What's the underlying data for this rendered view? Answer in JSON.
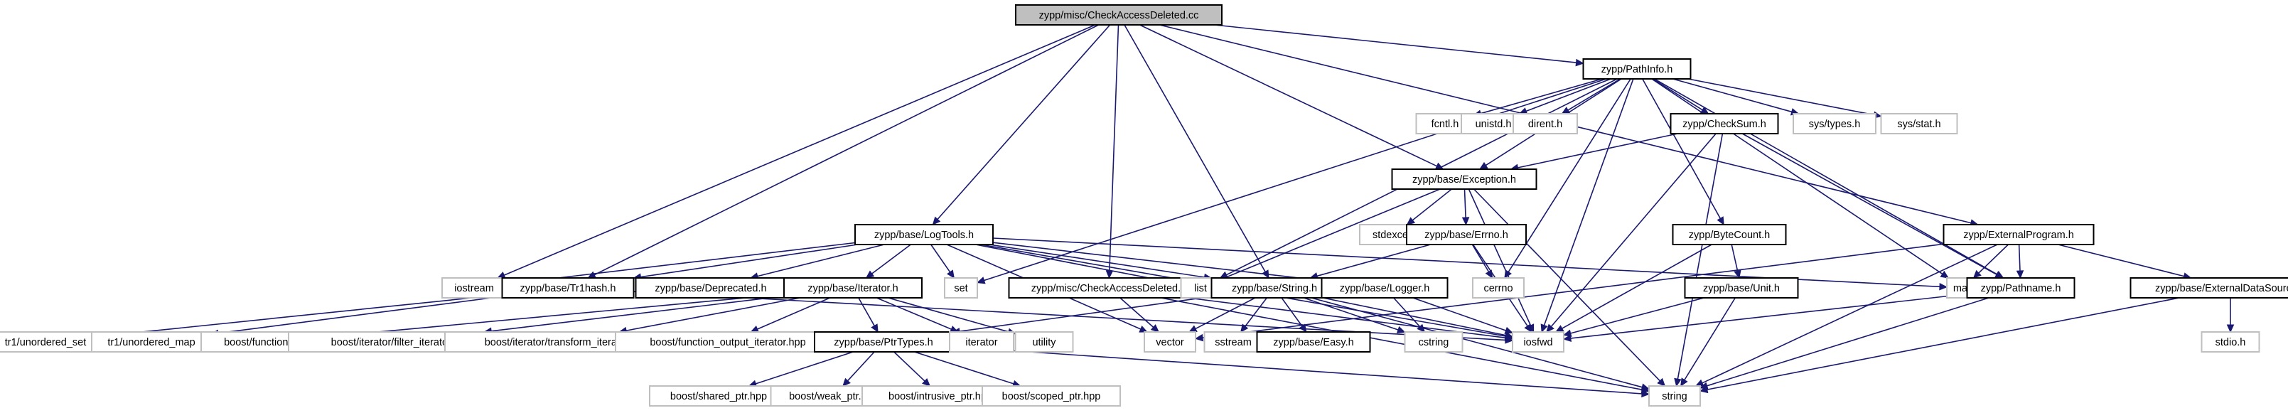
{
  "colors": {
    "edge": "#191970",
    "root_fill": "#bfbfbf",
    "box_border": "#000000",
    "external_border": "#bfbfbf",
    "background": "#ffffff"
  },
  "diagram": {
    "nodes": [
      {
        "id": "root",
        "label": "zypp/misc/CheckAccessDeleted.cc",
        "kind": "root"
      },
      {
        "id": "pathinfo",
        "label": "zypp/PathInfo.h",
        "kind": "strong"
      },
      {
        "id": "fcntl",
        "label": "fcntl.h",
        "kind": "ext"
      },
      {
        "id": "unistd",
        "label": "unistd.h",
        "kind": "ext"
      },
      {
        "id": "dirent",
        "label": "dirent.h",
        "kind": "ext"
      },
      {
        "id": "checksum",
        "label": "zypp/CheckSum.h",
        "kind": "strong"
      },
      {
        "id": "systypes",
        "label": "sys/types.h",
        "kind": "ext"
      },
      {
        "id": "sysstat",
        "label": "sys/stat.h",
        "kind": "ext"
      },
      {
        "id": "exception",
        "label": "zypp/base/Exception.h",
        "kind": "strong"
      },
      {
        "id": "logtools",
        "label": "zypp/base/LogTools.h",
        "kind": "strong"
      },
      {
        "id": "stdexcept",
        "label": "stdexcept",
        "kind": "ext"
      },
      {
        "id": "errno",
        "label": "zypp/base/Errno.h",
        "kind": "strong"
      },
      {
        "id": "bytecount",
        "label": "zypp/ByteCount.h",
        "kind": "strong"
      },
      {
        "id": "extprog",
        "label": "zypp/ExternalProgram.h",
        "kind": "strong"
      },
      {
        "id": "iostream",
        "label": "iostream",
        "kind": "ext"
      },
      {
        "id": "tr1hash",
        "label": "zypp/base/Tr1hash.h",
        "kind": "strong"
      },
      {
        "id": "deprecated",
        "label": "zypp/base/Deprecated.h",
        "kind": "strong"
      },
      {
        "id": "iterator_h",
        "label": "zypp/base/Iterator.h",
        "kind": "strong"
      },
      {
        "id": "set",
        "label": "set",
        "kind": "ext"
      },
      {
        "id": "cad_h",
        "label": "zypp/misc/CheckAccessDeleted.h",
        "kind": "strong"
      },
      {
        "id": "list",
        "label": "list",
        "kind": "ext"
      },
      {
        "id": "string_h",
        "label": "zypp/base/String.h",
        "kind": "strong"
      },
      {
        "id": "logger",
        "label": "zypp/base/Logger.h",
        "kind": "strong"
      },
      {
        "id": "cerrno",
        "label": "cerrno",
        "kind": "ext"
      },
      {
        "id": "unit",
        "label": "zypp/base/Unit.h",
        "kind": "strong"
      },
      {
        "id": "map",
        "label": "map",
        "kind": "ext"
      },
      {
        "id": "pathname",
        "label": "zypp/Pathname.h",
        "kind": "strong"
      },
      {
        "id": "extdata",
        "label": "zypp/base/ExternalDataSource.h",
        "kind": "strong"
      },
      {
        "id": "tr1set",
        "label": "tr1/unordered_set",
        "kind": "ext"
      },
      {
        "id": "tr1map",
        "label": "tr1/unordered_map",
        "kind": "ext"
      },
      {
        "id": "boostfunc",
        "label": "boost/functional.hpp",
        "kind": "ext"
      },
      {
        "id": "filteriter",
        "label": "boost/iterator/filter_iterator.hpp",
        "kind": "ext"
      },
      {
        "id": "transiter",
        "label": "boost/iterator/transform_iterator.hpp",
        "kind": "ext"
      },
      {
        "id": "funcout",
        "label": "boost/function_output_iterator.hpp",
        "kind": "ext"
      },
      {
        "id": "ptrtypes",
        "label": "zypp/base/PtrTypes.h",
        "kind": "strong"
      },
      {
        "id": "iterator",
        "label": "iterator",
        "kind": "ext"
      },
      {
        "id": "utility",
        "label": "utility",
        "kind": "ext"
      },
      {
        "id": "vector",
        "label": "vector",
        "kind": "ext"
      },
      {
        "id": "sstream",
        "label": "sstream",
        "kind": "ext"
      },
      {
        "id": "easy",
        "label": "zypp/base/Easy.h",
        "kind": "strong"
      },
      {
        "id": "cstring",
        "label": "cstring",
        "kind": "ext"
      },
      {
        "id": "iosfwd",
        "label": "iosfwd",
        "kind": "ext"
      },
      {
        "id": "stdio",
        "label": "stdio.h",
        "kind": "ext"
      },
      {
        "id": "sharedptr",
        "label": "boost/shared_ptr.hpp",
        "kind": "ext"
      },
      {
        "id": "weakptr",
        "label": "boost/weak_ptr.hpp",
        "kind": "ext"
      },
      {
        "id": "intrusiveptr",
        "label": "boost/intrusive_ptr.hpp",
        "kind": "ext"
      },
      {
        "id": "scopedptr",
        "label": "boost/scoped_ptr.hpp",
        "kind": "ext"
      },
      {
        "id": "string",
        "label": "string",
        "kind": "ext"
      }
    ],
    "edges": [
      [
        "root",
        "pathinfo"
      ],
      [
        "root",
        "iostream"
      ],
      [
        "root",
        "tr1hash"
      ],
      [
        "root",
        "logtools"
      ],
      [
        "root",
        "cad_h"
      ],
      [
        "root",
        "string_h"
      ],
      [
        "root",
        "exception"
      ],
      [
        "root",
        "extprog"
      ],
      [
        "pathinfo",
        "fcntl"
      ],
      [
        "pathinfo",
        "unistd"
      ],
      [
        "pathinfo",
        "dirent"
      ],
      [
        "pathinfo",
        "checksum"
      ],
      [
        "pathinfo",
        "systypes"
      ],
      [
        "pathinfo",
        "sysstat"
      ],
      [
        "pathinfo",
        "exception"
      ],
      [
        "pathinfo",
        "set"
      ],
      [
        "pathinfo",
        "list"
      ],
      [
        "pathinfo",
        "cerrno"
      ],
      [
        "pathinfo",
        "bytecount"
      ],
      [
        "pathinfo",
        "map"
      ],
      [
        "pathinfo",
        "pathname"
      ],
      [
        "pathinfo",
        "iosfwd"
      ],
      [
        "checksum",
        "exception"
      ],
      [
        "checksum",
        "pathname"
      ],
      [
        "checksum",
        "iosfwd"
      ],
      [
        "checksum",
        "string"
      ],
      [
        "exception",
        "stdexcept"
      ],
      [
        "exception",
        "errno"
      ],
      [
        "exception",
        "list"
      ],
      [
        "exception",
        "iosfwd"
      ],
      [
        "exception",
        "string"
      ],
      [
        "errno",
        "cerrno"
      ],
      [
        "errno",
        "string_h"
      ],
      [
        "errno",
        "iosfwd"
      ],
      [
        "bytecount",
        "unit"
      ],
      [
        "bytecount",
        "iosfwd"
      ],
      [
        "unit",
        "iosfwd"
      ],
      [
        "unit",
        "string"
      ],
      [
        "extprog",
        "map"
      ],
      [
        "extprog",
        "pathname"
      ],
      [
        "extprog",
        "extdata"
      ],
      [
        "extprog",
        "vector"
      ],
      [
        "extprog",
        "string"
      ],
      [
        "extdata",
        "stdio"
      ],
      [
        "extdata",
        "string"
      ],
      [
        "pathname",
        "iosfwd"
      ],
      [
        "pathname",
        "string"
      ],
      [
        "logtools",
        "iostream"
      ],
      [
        "logtools",
        "tr1hash"
      ],
      [
        "logtools",
        "deprecated"
      ],
      [
        "logtools",
        "iterator_h"
      ],
      [
        "logtools",
        "set"
      ],
      [
        "logtools",
        "list"
      ],
      [
        "logtools",
        "logger"
      ],
      [
        "logtools",
        "map"
      ],
      [
        "logtools",
        "vector"
      ],
      [
        "logtools",
        "iosfwd"
      ],
      [
        "logtools",
        "string_h"
      ],
      [
        "tr1hash",
        "tr1set"
      ],
      [
        "tr1hash",
        "tr1map"
      ],
      [
        "tr1hash",
        "iosfwd"
      ],
      [
        "iterator_h",
        "boostfunc"
      ],
      [
        "iterator_h",
        "filteriter"
      ],
      [
        "iterator_h",
        "transiter"
      ],
      [
        "iterator_h",
        "funcout"
      ],
      [
        "iterator_h",
        "ptrtypes"
      ],
      [
        "iterator_h",
        "iterator"
      ],
      [
        "iterator_h",
        "utility"
      ],
      [
        "cad_h",
        "vector"
      ],
      [
        "cad_h",
        "iosfwd"
      ],
      [
        "cad_h",
        "string"
      ],
      [
        "string_h",
        "vector"
      ],
      [
        "string_h",
        "sstream"
      ],
      [
        "string_h",
        "easy"
      ],
      [
        "string_h",
        "cstring"
      ],
      [
        "string_h",
        "iosfwd"
      ],
      [
        "string_h",
        "string"
      ],
      [
        "string_h",
        "ptrtypes"
      ],
      [
        "logger",
        "cstring"
      ],
      [
        "logger",
        "iosfwd"
      ],
      [
        "ptrtypes",
        "sharedptr"
      ],
      [
        "ptrtypes",
        "weakptr"
      ],
      [
        "ptrtypes",
        "intrusiveptr"
      ],
      [
        "ptrtypes",
        "scopedptr"
      ],
      [
        "ptrtypes",
        "string"
      ]
    ]
  }
}
